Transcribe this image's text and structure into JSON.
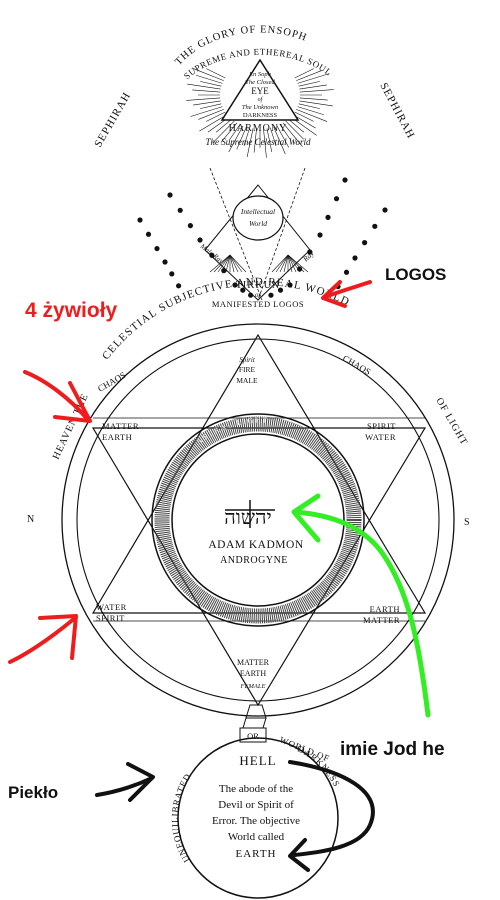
{
  "top": {
    "arc_title": "THE GLORY OF ENSOPH",
    "arc_sub": "SUPREME AND ETHEREAL SOUL",
    "sephirah_left": "SEPHIRAH",
    "sephirah_right": "SEPHIRAH",
    "eye_lines": [
      "En Soph",
      "The Closed",
      "EYE",
      "of",
      "The Unknown",
      "DARKNESS"
    ],
    "harmony": "HARMONY",
    "celestial": "The Supreme Celestial World"
  },
  "middle": {
    "intellectual_1": "Intellectual",
    "intellectual_2": "World",
    "left_ray": "Male Ray",
    "right_ray": "Ray",
    "tikkun": "TIKKUN",
    "or": "or",
    "manifested": "MANIFESTED LOGOS"
  },
  "circle": {
    "arc_top": "CELESTIAL SUBJECTIVE AND REAL WORLD",
    "chaos_left": "CHAOS",
    "chaos_right": "CHAOS",
    "heaven": "HEAVEN THE",
    "of_light": "OF LIGHT",
    "n": "N",
    "s": "S",
    "spirit_fire": [
      "Spirit",
      "FIRE",
      "MALE"
    ],
    "matter_earth_tl": [
      "MATTER",
      "EARTH"
    ],
    "spirit_water_tr": [
      "SPIRIT",
      "WATER"
    ],
    "water_spirit_bl": [
      "WATER",
      "SPIRIT"
    ],
    "earth_matter_br": [
      "EARTH",
      "MATTER"
    ],
    "matter_earth_bottom": [
      "MATTER",
      "EARTH",
      "FEMALE"
    ],
    "ring_text": "ASTRAL LIGHT",
    "hebrew": "יהשוה",
    "adam_kadmon": "ADAM KADMON",
    "androgyne": "ANDROGYNE"
  },
  "hell": {
    "or": "OR",
    "world_of": "WORLD OF",
    "title": "HELL",
    "unequilibrated": "UNEQUILIBRATED",
    "darkness": "DARKNESS",
    "lines": [
      "The abode of the",
      "Devil or Spirit of",
      "Error. The objective",
      "World called",
      "EARTH"
    ]
  },
  "annotations": {
    "logos": "LOGOS",
    "zywioly": "4 żywioły",
    "imie": "imie Jod he",
    "pieklo": "Piekło",
    "colors": {
      "red": "#ee1c1c",
      "green": "#33ee22",
      "black": "#111111"
    }
  }
}
